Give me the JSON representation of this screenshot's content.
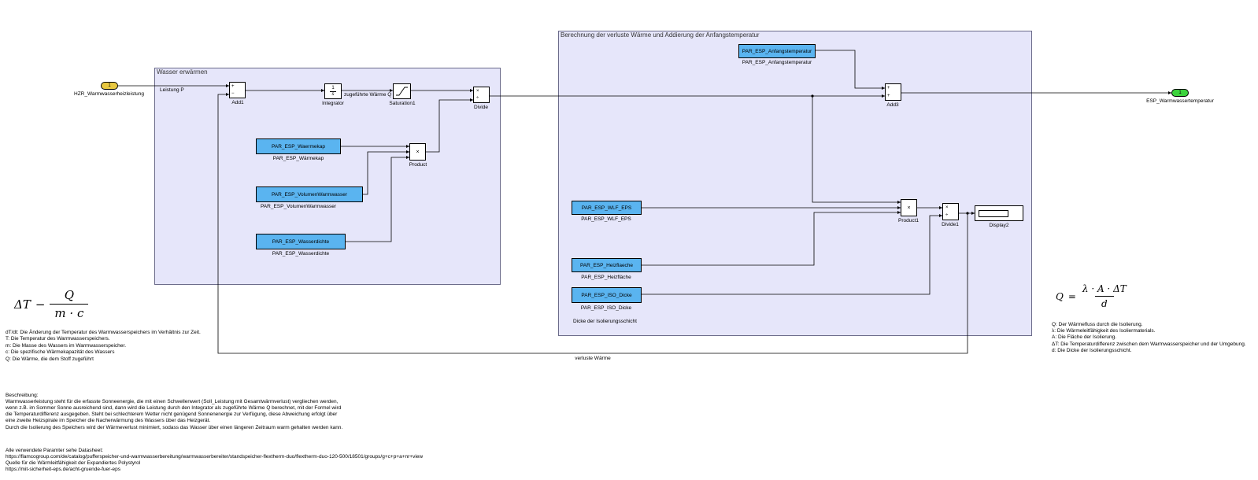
{
  "subsystems": {
    "left_title": "Wasser erwärmen",
    "right_title": "Berechnung der verluste Wärme und Addierung der Anfangstemperatur"
  },
  "ports": {
    "inport_number": "1",
    "inport_label": "HZR_Warmwasserheizleistung",
    "outport_number": "1",
    "outport_label": "ESP_Warmwassertemperatur"
  },
  "blocks": {
    "add1_label": "Add1",
    "add1_plus": "+",
    "add1_minus": "−",
    "integrator_label": "Integrator",
    "integrator_num": "1",
    "integrator_den": "s",
    "saturation_label": "Saturation1",
    "divide_label": "Divide",
    "divide_times": "×",
    "divide_div": "÷",
    "product_label": "Product",
    "product_symbol": "×",
    "add3_label": "Add3",
    "add3_plus1": "+",
    "add3_plus2": "+",
    "product1_label": "Product1",
    "product1_symbol": "×",
    "divide1_label": "Divide1",
    "divide1_times": "×",
    "divide1_div": "÷",
    "display_label": "Display2"
  },
  "params": {
    "waermekap": "PAR_ESP_Waermekap",
    "waermekap_caption": "PAR_ESP_Wärmekap",
    "volumen": "PAR_ESP_VolumenWarmwasser",
    "volumen_caption": "PAR_ESP_VolumenWarmwasser",
    "wasserdichte": "PAR_ESP_Wasserdichte",
    "wasserdichte_caption": "PAR_ESP_Wasserdichte",
    "anfangstemp": "PAR_ESP_Anfangstemperatur",
    "anfangstemp_caption": "PAR_ESP_Anfangstemperatur",
    "wlf": "PAR_ESP_WLF_EPS",
    "wlf_caption": "PAR_ESP_WLF_EPS",
    "heizflaeche": "PAR_ESP_Heizflaeche",
    "heizflaeche_caption": "PAR_ESP_Heizfläche",
    "iso": "PAR_ESP_ISO_Dicke",
    "iso_caption": "PAR_ESP_ISO_Dicke",
    "iso_note": "Dicke der Isolierungsschicht"
  },
  "signals": {
    "leistung": "Leistung P",
    "waerme_q": "zugeführte Wärme Q",
    "verluste": "verluste Wärme"
  },
  "formula_left": {
    "lhs": "ΔT",
    "op": "−",
    "num": "Q",
    "den": "m · c"
  },
  "legend_left": [
    "dT/dt: Die Änderung der Temperatur des Warmwasserspeichers im Verhältnis zur Zeit.",
    "T: Die Temperatur des Warmwasserspeichers.",
    "m: Die Masse des Wassers im Warmwasserspeicher.",
    "c: Die spezifische Wärmekapazität des Wassers",
    "Q: Die Wärme, die dem Stoff zugeführt"
  ],
  "formula_right": {
    "lhs": "Q",
    "op": "=",
    "num": "λ · A · ΔT",
    "den": "d"
  },
  "legend_right": [
    "Q: Der Wärmefluss durch die Isolierung.",
    "λ: Die Wärmeleitfähigkeit des Isoliermaterials.",
    "A: Die Fläche der Isolierung.",
    "ΔT: Die Temperaturdifferenz zwischen dem Warmwasserspeicher und der Umgebung.",
    "d: Die Dicke der Isolierungsschicht."
  ],
  "description": [
    "Beschreibung:",
    "Warmwasserleistung steht für die erfasste Sonneenergie, die mit einen Schwellenwert (Soll_Leistung mit Gesamtwärmverlust) vergliechen werden,",
    "wenn z.B. im Sommer Sonne ausreichend sind, dann wird die Leistung durch den Integrator als zugeführte Wärme Q berechnet, mit der Formel wird",
    "die Temperaturdifferenz ausgegeben. Steht bei schlechterem Wetter nicht genügend Sonnenenergie zur Verfügung, diese Abweichung erfolgt über",
    " eine zweite Heizspirale im Speicher die Nacherwärmung des Wassers über das Heizgerät.",
    "Durch die Isolierung des Speichers wird der Wärmeverlust minimiert, sodass das Wasser über einen längeren Zeitraum warm gehalten werden kann."
  ],
  "sources": [
    "Alle verwendete Paramter sehe Datasheet:",
    "https://flamcogroup.com/de/catalog/pufferspeicher-und-warmwasserbereitung/warmwasserbereiter/standspeicher-flextherm-duo/flextherm-duo-120-500/18501/groups/g+c+p+a+nr+view",
    "Quelle für die Wärmleitfähigkeit der Expandiertes Polystyrol",
    "https://mit-sicherheit-eps.de/acht-gruende-fuer-eps"
  ],
  "colors": {
    "subsystem_bg": "#e6e6fa",
    "param_block": "#5ab4f0",
    "inport": "#e8c840",
    "outport": "#3cd23c"
  }
}
